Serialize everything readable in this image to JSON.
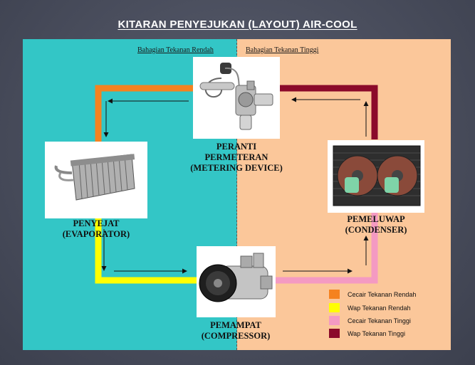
{
  "title": "KITARAN PENYEJUKAN (LAYOUT) AIR-COOL",
  "sections": {
    "low": "Bahagian Tekanan Rendah",
    "high": "Bahagian Tekanan Tinggi"
  },
  "components": {
    "metering": {
      "line1": "PERANTI",
      "line2": "PERMETERAN",
      "line3": "(METERING DEVICE)"
    },
    "evaporator": {
      "line1": "PENYEJAT",
      "line2": "(EVAPORATOR)"
    },
    "condenser": {
      "line1": "PEMELUWAP",
      "line2": "(CONDENSER)"
    },
    "compressor": {
      "line1": "PEMAMPAT",
      "line2": "(COMPRESSOR)"
    }
  },
  "legend": [
    {
      "label": "Cecair Tekanan Rendah",
      "color": "#f5821f"
    },
    {
      "label": "Wap Tekanan Rendah",
      "color": "#ffff00"
    },
    {
      "label": "Cecair Tekanan Tinggi",
      "color": "#f49ac2"
    },
    {
      "label": "Wap Tekanan Tinggi",
      "color": "#8b0a2a"
    }
  ],
  "colors": {
    "low_side_bg": "#33c6c6",
    "high_side_bg": "#fbc79a"
  }
}
